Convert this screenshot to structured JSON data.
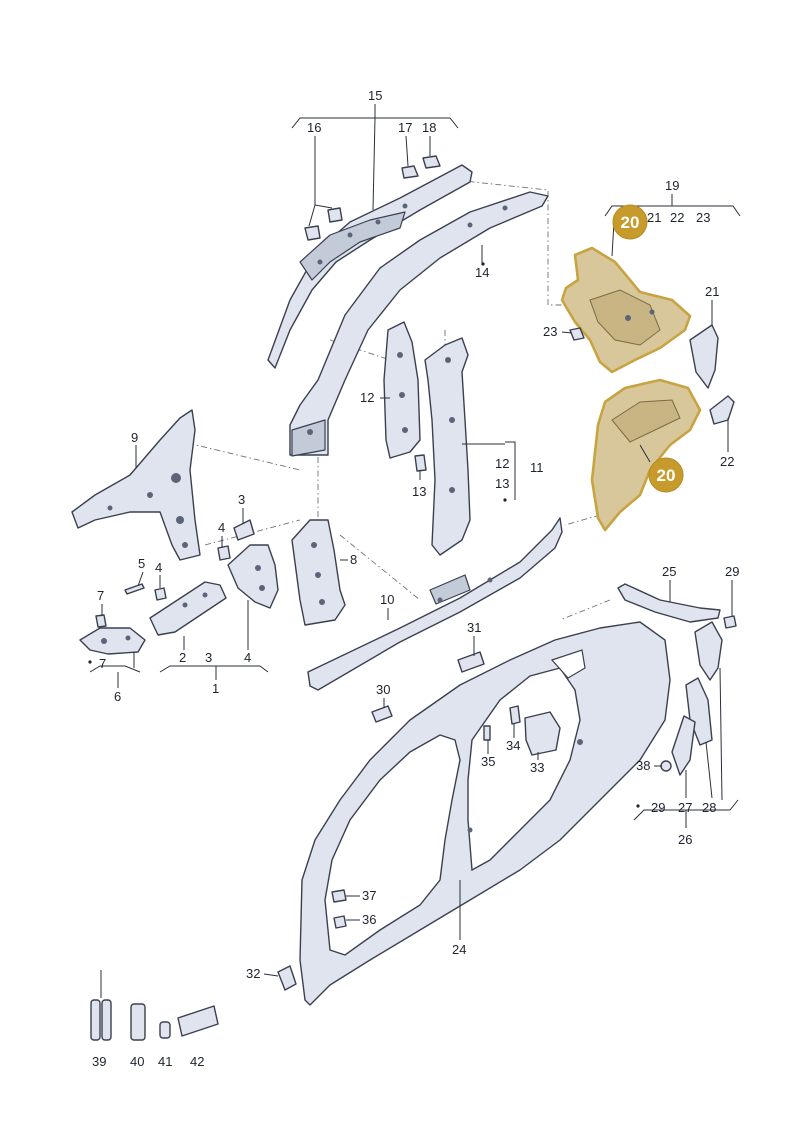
{
  "labels": {
    "l1": "1",
    "l2": "2",
    "l3a": "3",
    "l3b": "3",
    "l4a": "4",
    "l4b": "4",
    "l4c": "4",
    "l5": "5",
    "l6": "6",
    "l7a": "7",
    "l7b": "7",
    "l8": "8",
    "l9": "9",
    "l10": "10",
    "l11": "11",
    "l12a": "12",
    "l12b": "12",
    "l13a": "13",
    "l13b": "13",
    "l14": "14",
    "l15": "15",
    "l16": "16",
    "l17": "17",
    "l18": "18",
    "l19": "19",
    "l21a": "21",
    "l21b": "21",
    "l22a": "22",
    "l22b": "22",
    "l23a": "23",
    "l23b": "23",
    "l24": "24",
    "l25": "25",
    "l26": "26",
    "l27": "27",
    "l28": "28",
    "l29a": "29",
    "l29b": "29",
    "l30": "30",
    "l31": "31",
    "l32": "32",
    "l33": "33",
    "l34": "34",
    "l35": "35",
    "l36": "36",
    "l37": "37",
    "l38": "38",
    "l39": "39",
    "l40": "40",
    "l41": "41",
    "l42": "42"
  },
  "badges": {
    "top": "20",
    "bottom": "20"
  },
  "colors": {
    "part_fill": "#dfe4ee",
    "part_stroke": "#3a4050",
    "highlight_fill": "#d8c79a",
    "highlight_stroke": "#c7a341",
    "badge": "#c79b2b"
  }
}
